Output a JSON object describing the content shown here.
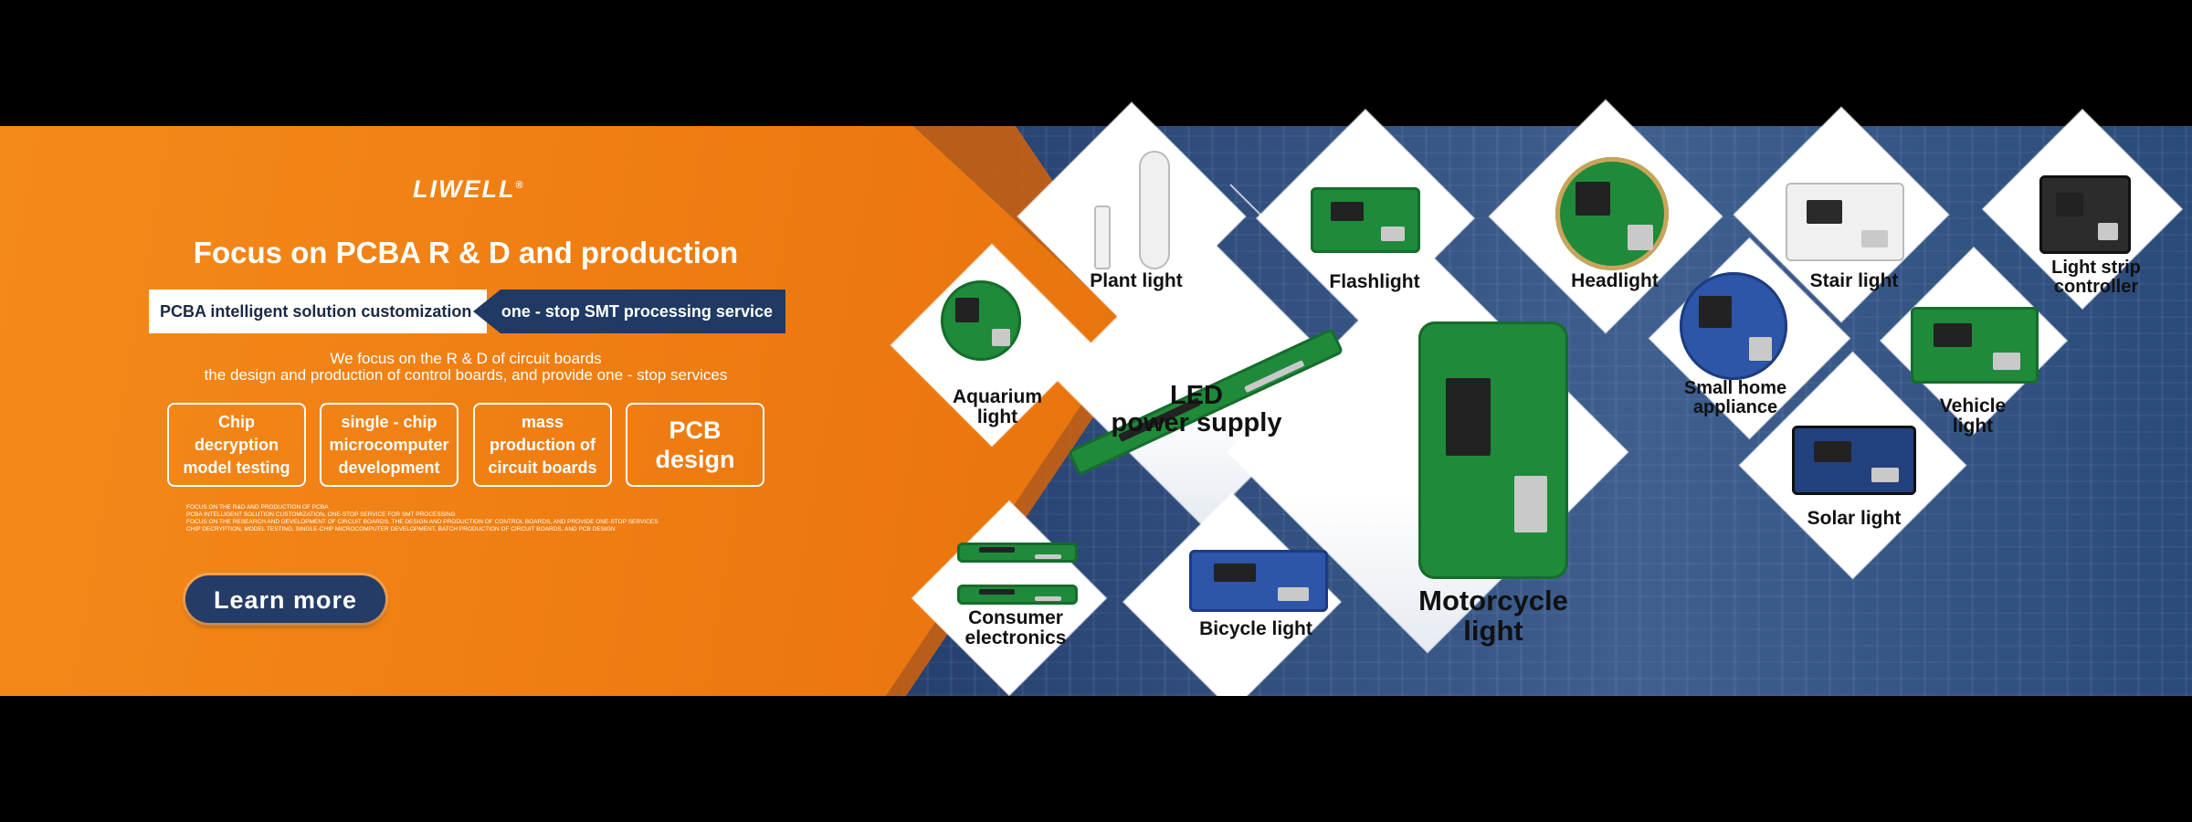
{
  "brand": {
    "name": "LIWELL",
    "mark": "®"
  },
  "headline": "Focus on PCBA R & D and production",
  "tags": {
    "left": "PCBA intelligent solution customization",
    "right": "one - stop SMT processing service"
  },
  "description": {
    "line1": "We focus on the R & D of circuit boards",
    "line2": "the design and production of control boards, and provide one - stop services"
  },
  "services": [
    {
      "label": "Chip decryption model testing"
    },
    {
      "label": "single - chip microcomputer development"
    },
    {
      "label": "mass production of circuit boards"
    },
    {
      "label": "PCB design"
    }
  ],
  "fine_print": [
    "FOCUS ON THE R&D AND PRODUCTION OF PCBA",
    "PCBA INTELLIGENT SOLUTION CUSTOMIZATION, ONE-STOP SERVICE FOR SMT PROCESSING",
    "FOCUS ON THE RESEARCH AND DEVELOPMENT OF CIRCUIT BOARDS, THE DESIGN AND PRODUCTION OF CONTROL BOARDS, AND PROVIDE ONE-STOP SERVICES",
    "CHIP DECRYPTION, MODEL TESTING, SINGLE-CHIP MICROCOMPUTER DEVELOPMENT, BATCH PRODUCTION OF CIRCUIT BOARDS, AND PCB DESIGN"
  ],
  "cta": {
    "label": "Learn more"
  },
  "products": {
    "aquarium": {
      "line1": "Aquarium",
      "line2": "light"
    },
    "plant": {
      "line1": "Plant light"
    },
    "led": {
      "line1": "LED",
      "line2": "power supply"
    },
    "consumer": {
      "line1": "Consumer",
      "line2": "electronics"
    },
    "bicycle": {
      "line1": "Bicycle light"
    },
    "flashlight": {
      "line1": "Flashlight"
    },
    "motorcycle": {
      "line1": "Motorcycle",
      "line2": "light"
    },
    "headlight": {
      "line1": "Headlight"
    },
    "home": {
      "line1": "Small home",
      "line2": "appliance"
    },
    "stair": {
      "line1": "Stair light"
    },
    "solar": {
      "line1": "Solar light"
    },
    "vehicle": {
      "line1": "Vehicle",
      "line2": "light"
    },
    "strip": {
      "line1": "Light strip",
      "line2": "controller"
    }
  },
  "colors": {
    "orange": "#f08316",
    "navy": "#1f3a63",
    "pcb_green": "#1f8a3a"
  }
}
